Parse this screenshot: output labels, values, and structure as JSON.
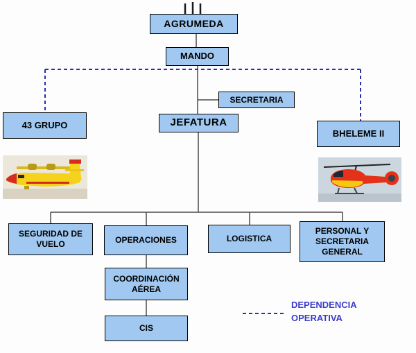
{
  "org_chart": {
    "nodes": {
      "agrumeda": "AGRUMEDA",
      "mando": "MANDO",
      "secretaria": "SECRETARIA",
      "jefatura": "JEFATURA",
      "grupo_43": "43 GRUPO",
      "bheleme_ii": "BHELEME II",
      "seguridad_de_vuelo": "SEGURIDAD DE VUELO",
      "operaciones": "OPERACIONES",
      "logistica": "LOGISTICA",
      "personal_y_secretaria_general": "PERSONAL Y SECRETARIA GENERAL",
      "coordinacion_aerea": "COORDINACIÓN AÉREA",
      "cis": "CIS"
    },
    "edges": {
      "solid": [
        [
          "agrumeda",
          "mando"
        ],
        [
          "mando",
          "jefatura"
        ],
        [
          "mando",
          "secretaria"
        ],
        [
          "jefatura",
          "seguridad_de_vuelo"
        ],
        [
          "jefatura",
          "operaciones"
        ],
        [
          "jefatura",
          "logistica"
        ],
        [
          "jefatura",
          "personal_y_secretaria_general"
        ],
        [
          "operaciones",
          "coordinacion_aerea"
        ],
        [
          "coordinacion_aerea",
          "cis"
        ]
      ],
      "dashed_operational": [
        [
          "mando",
          "grupo_43"
        ],
        [
          "mando",
          "bheleme_ii"
        ]
      ]
    },
    "legend": {
      "label": "DEPENDENCIA OPERATIVA"
    },
    "images": {
      "grupo_43_photo": "canadair-seaplane-photo",
      "bheleme_ii_photo": "rescue-helicopter-photo"
    },
    "colors": {
      "box_fill": "#A0C8F0",
      "box_border": "#000000",
      "connector": "#4A4A4A",
      "dashed": "#2D2DAE",
      "legend_text": "#3C3CCD"
    }
  }
}
